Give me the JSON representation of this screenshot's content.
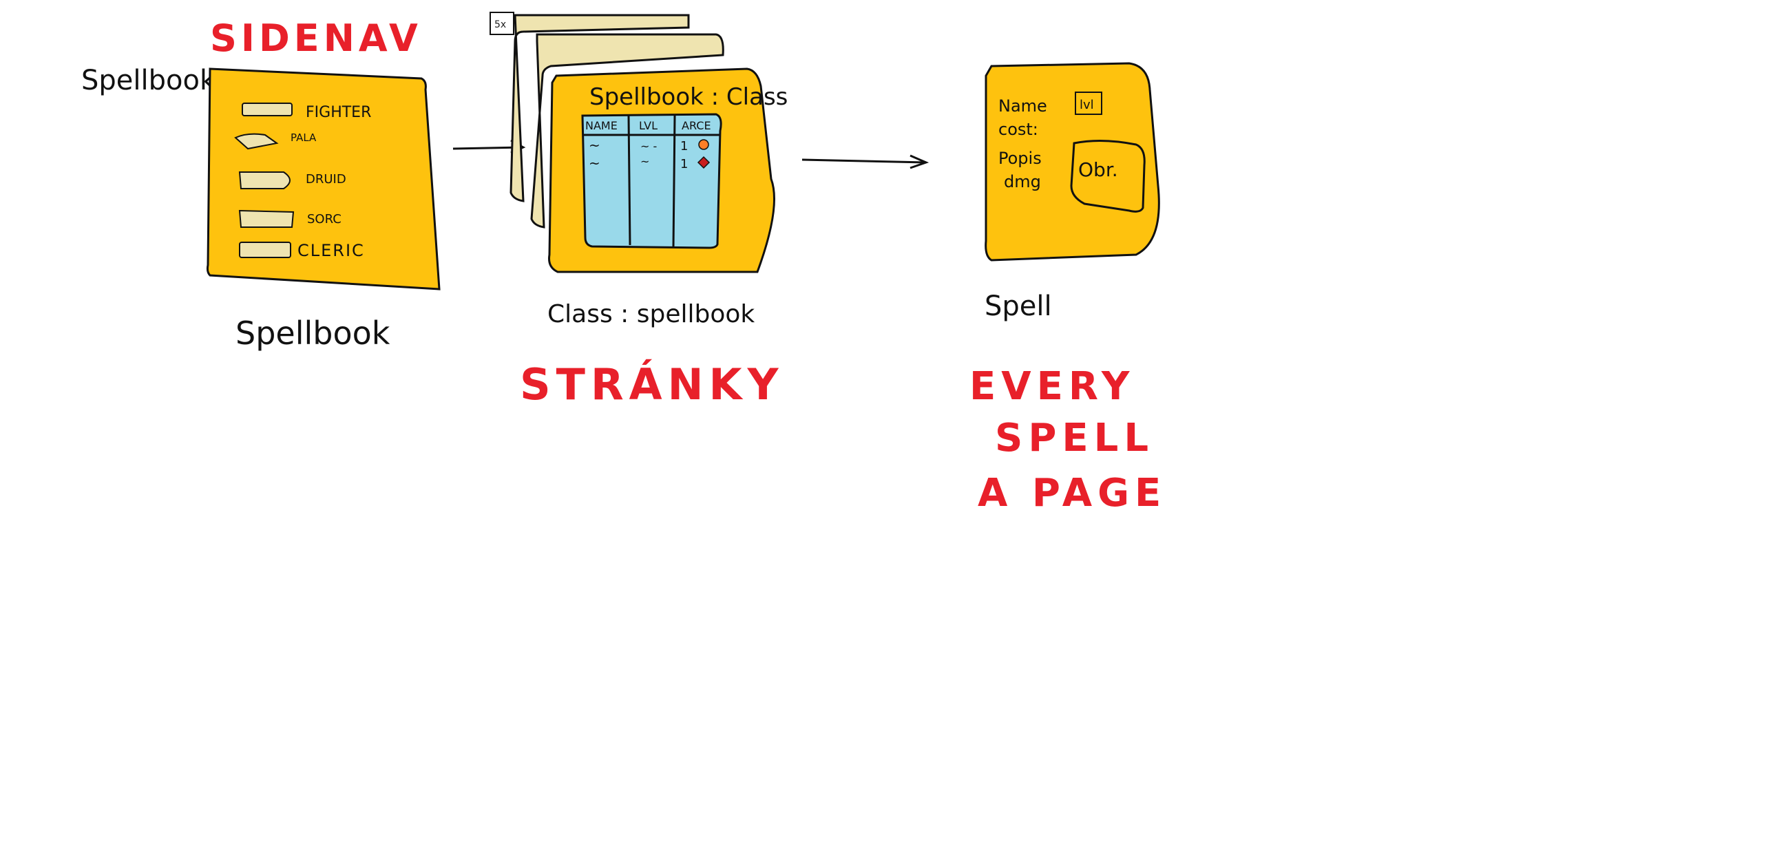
{
  "colors": {
    "panel": "#fec20e",
    "panel_back": "#efe4b0",
    "table": "#99d9ea",
    "stroke": "#111111",
    "annotation": "#e8202a",
    "dot_orange": "#ff7f27",
    "dot_red": "#c81e1e"
  },
  "sidenav": {
    "heading": "SIDENAV",
    "side_label": "Spellbook",
    "caption": "Spellbook",
    "items": [
      {
        "label": "FIGHTER"
      },
      {
        "label": "PALA"
      },
      {
        "label": "DRUID"
      },
      {
        "label": "SORC"
      },
      {
        "label": "CLERIC"
      }
    ]
  },
  "class_page": {
    "stack_badge": "5x",
    "title": "Spellbook : Class",
    "table": {
      "columns": [
        "NAME",
        "LVL",
        "ARCE"
      ],
      "rows": [
        {
          "name": "~",
          "lvl": "~ -",
          "arce": "1",
          "marker": "orange-dot"
        },
        {
          "name": "~",
          "lvl": "~",
          "arce": "1",
          "marker": "red-diamond"
        }
      ]
    },
    "caption": "Class : spellbook",
    "annotation": "STRÁNKY"
  },
  "spell_page": {
    "name_label": "Name",
    "cost_label": "cost:",
    "lvl_badge": "lvl",
    "desc_label_1": "Popis",
    "desc_label_2": "dmg",
    "image_label": "Obr.",
    "caption": "Spell",
    "annotation_lines": [
      "EVERY",
      "SPELL",
      "A PAGE"
    ]
  }
}
